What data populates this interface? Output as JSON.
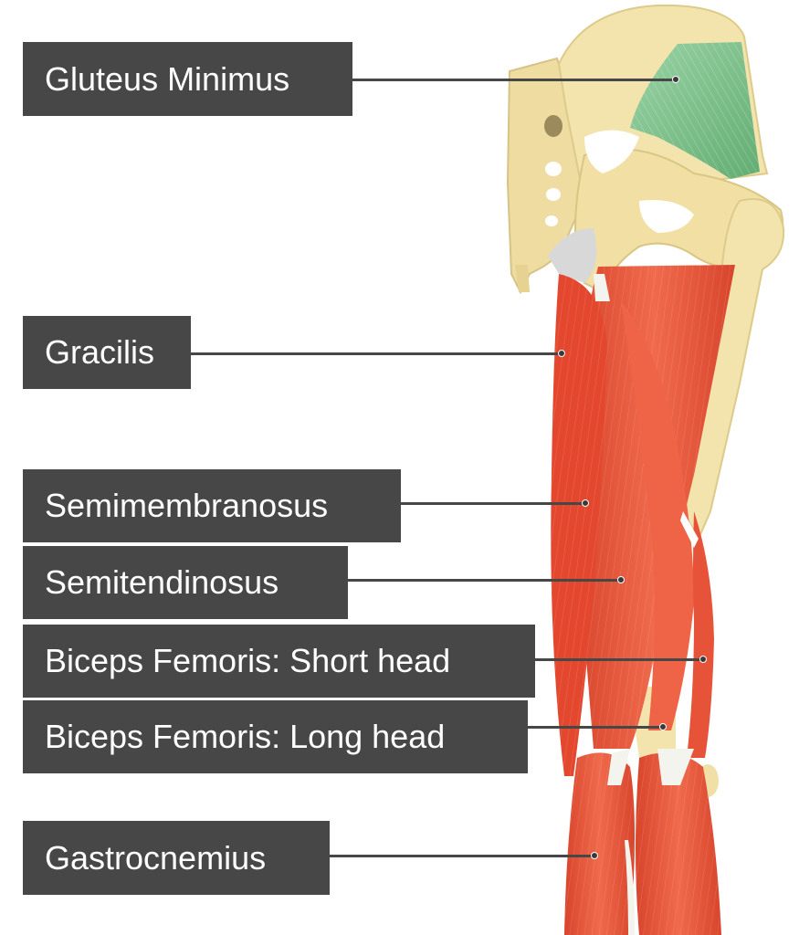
{
  "labels": [
    {
      "id": "gluteus-minimus",
      "text": "Gluteus Minimus"
    },
    {
      "id": "gracilis",
      "text": "Gracilis"
    },
    {
      "id": "semimembranosus",
      "text": "Semimembranosus"
    },
    {
      "id": "semitendinosus",
      "text": "Semitendinosus"
    },
    {
      "id": "biceps-short",
      "text": "Biceps Femoris: Short head"
    },
    {
      "id": "biceps-long",
      "text": "Biceps Femoris: Long head"
    },
    {
      "id": "gastrocnemius",
      "text": "Gastrocnemius"
    }
  ],
  "colors": {
    "label_bg": "#474747",
    "label_text": "#ffffff",
    "bone": "#f3e3ad",
    "bone_shadow": "#dccb8a",
    "muscle": "#e9553a",
    "muscle_light": "#f47a5c",
    "muscle_dark": "#c63d25",
    "gluteus": "#7cc08a",
    "tendon": "#f4f4ee"
  }
}
